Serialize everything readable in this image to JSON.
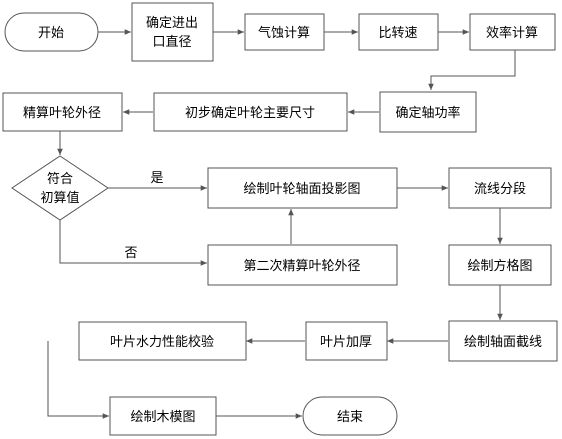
{
  "nodes": {
    "start": "开始",
    "determine_outlet_diameter_line1": "确定进出",
    "determine_outlet_diameter_line2": "口直径",
    "cavitation_calc": "气蚀计算",
    "specific_speed": "比转速",
    "efficiency_calc": "效率计算",
    "determine_shaft_power": "确定轴功率",
    "initial_main_dimensions": "初步确定叶轮主要尺寸",
    "precise_outer_diameter": "精算叶轮外径",
    "decision_line1": "符合",
    "decision_line2": "初算值",
    "draw_axial_projection": "绘制叶轮轴面投影图",
    "second_precise_diameter": "第二次精算叶轮外径",
    "streamline_segment": "流线分段",
    "draw_grid": "绘制方格图",
    "draw_axial_section": "绘制轴面截线",
    "blade_thickening": "叶片加厚",
    "hydraulic_check": "叶片水力性能校验",
    "draw_wood_model": "绘制木模图",
    "end": "结束"
  },
  "edge_labels": {
    "yes": "是",
    "no": "否"
  }
}
